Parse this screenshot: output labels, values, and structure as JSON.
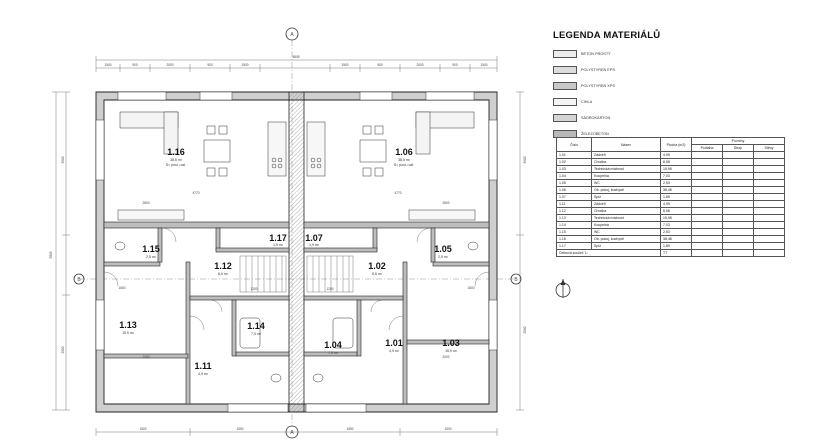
{
  "legend": {
    "title": "LEGENDA MATERIÁLŮ",
    "items": [
      {
        "label": "BETON PROSTÝ",
        "color": "#ececec"
      },
      {
        "label": "POLYSTYREN EPS",
        "color": "#dcdcdc"
      },
      {
        "label": "POLYSTYREN XPS",
        "color": "#c8c8c8"
      },
      {
        "label": "CIHLA",
        "color": "#f4f4f4"
      },
      {
        "label": "SÁDROKARTON",
        "color": "#d4d4d4"
      },
      {
        "label": "ŽELEZOBETON",
        "color": "#b8b8b8"
      }
    ]
  },
  "table": {
    "headers": [
      "Číslo",
      "Název",
      "Plocha (m2)",
      "Podlaha",
      "Strop",
      "Stěny"
    ],
    "group_header": "Povrchy",
    "rows": [
      [
        "1.01",
        "Zádveří",
        "4,99"
      ],
      [
        "1.02",
        "Chodba",
        "8,58"
      ],
      [
        "1.03",
        "Technická místnost",
        "15,98"
      ],
      [
        "1.04",
        "Koupelna",
        "7,03"
      ],
      [
        "1.05",
        "WC",
        "2,53"
      ],
      [
        "1.06",
        "Ob. pokoj, kuchyně",
        "38,48"
      ],
      [
        "1.07",
        "Spíž",
        "1,89"
      ],
      [
        "1.11",
        "Zádveří",
        "4,99"
      ],
      [
        "1.12",
        "Chodba",
        "8,58"
      ],
      [
        "1.13",
        "Technická místnost",
        "15,98"
      ],
      [
        "1.14",
        "Koupelna",
        "7,03"
      ],
      [
        "1.15",
        "WC",
        "2,53"
      ],
      [
        "1.16",
        "Ob. pokoj, kuchyně",
        "38,48"
      ],
      [
        "1.17",
        "Spíž",
        "1,89"
      ]
    ],
    "total_label": "Celková součet: 1:",
    "total_value": "TT"
  },
  "rooms": [
    {
      "num": "1.16",
      "area": "38,5 m²",
      "note": "S= posl. rozl."
    },
    {
      "num": "1.06",
      "area": "38,5 m²",
      "note": "S= posl. rozl."
    },
    {
      "num": "1.15",
      "area": "2,5 m²"
    },
    {
      "num": "1.17",
      "area": "1,9 m²"
    },
    {
      "num": "1.07",
      "area": "1,9 m²"
    },
    {
      "num": "1.05",
      "area": "2,5 m²"
    },
    {
      "num": "1.12",
      "area": "8,6 m²"
    },
    {
      "num": "1.02",
      "area": "8,6 m²"
    },
    {
      "num": "1.13",
      "area": "15,9 m²"
    },
    {
      "num": "1.14",
      "area": "7,0 m²"
    },
    {
      "num": "1.04",
      "area": "7,0 m²"
    },
    {
      "num": "1.01",
      "area": "4,9 m²"
    },
    {
      "num": "1.03",
      "area": "15,9 m²"
    },
    {
      "num": "1.11",
      "area": "4,9 m²"
    }
  ],
  "dims": {
    "overall": "5805",
    "left_segments": [
      "1500",
      "900",
      "2000",
      "900",
      "1500"
    ],
    "right_segments": [
      "1500",
      "900",
      "2000",
      "900",
      "1500"
    ],
    "inner_a": "4770",
    "inner_b": "4770",
    "bottom_left": "1500",
    "bottom_mid": "1550",
    "side_a": "3900",
    "side_b": "5805",
    "side_c": "2500",
    "small_a": "2800",
    "small_b": "2000",
    "small_c": "1600",
    "small_d": "1200"
  },
  "markers": [
    "A",
    "A",
    "B",
    "B"
  ]
}
